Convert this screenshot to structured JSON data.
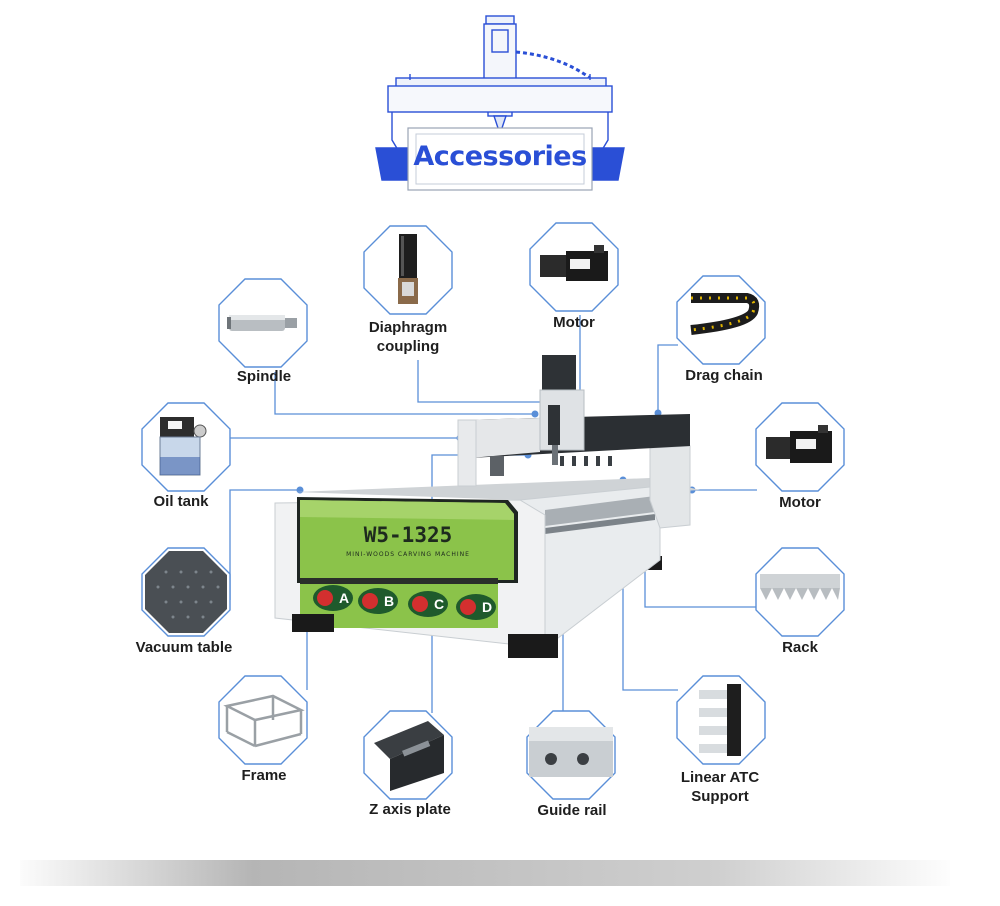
{
  "header": {
    "title": "Accessories"
  },
  "machine": {
    "model": "W5-1325",
    "subtitle": "MINI-WOODS CARVING MACHINE",
    "buttons": [
      "A",
      "B",
      "C",
      "D"
    ]
  },
  "accessories": [
    {
      "id": "diaphragm-coupling",
      "label_lines": [
        "Diaphragm",
        "coupling"
      ],
      "icon": "diaphragm-coupling-icon"
    },
    {
      "id": "motor-top",
      "label_lines": [
        "Motor"
      ],
      "icon": "servo-motor-icon"
    },
    {
      "id": "spindle",
      "label_lines": [
        "Spindle"
      ],
      "icon": "spindle-icon"
    },
    {
      "id": "drag-chain",
      "label_lines": [
        "Drag chain"
      ],
      "icon": "drag-chain-icon"
    },
    {
      "id": "oil-tank",
      "label_lines": [
        "Oil tank"
      ],
      "icon": "oil-tank-icon"
    },
    {
      "id": "motor-right",
      "label_lines": [
        "Motor"
      ],
      "icon": "servo-motor-icon"
    },
    {
      "id": "vacuum-table",
      "label_lines": [
        "Vacuum table"
      ],
      "icon": "vacuum-table-icon"
    },
    {
      "id": "rack",
      "label_lines": [
        "Rack"
      ],
      "icon": "rack-icon"
    },
    {
      "id": "frame",
      "label_lines": [
        "Frame"
      ],
      "icon": "frame-icon"
    },
    {
      "id": "z-axis-plate",
      "label_lines": [
        "Z axis plate"
      ],
      "icon": "z-axis-plate-icon"
    },
    {
      "id": "guide-rail",
      "label_lines": [
        "Guide rail"
      ],
      "icon": "guide-rail-icon"
    },
    {
      "id": "linear-atc-support",
      "label_lines": [
        "Linear ATC",
        "Support"
      ],
      "icon": "linear-atc-support-icon"
    }
  ],
  "colors": {
    "accent_blue": "#2a4fd6",
    "line_blue": "#5a8fd8",
    "machine_green": "#8bc34a",
    "button_red": "#d32f2f"
  }
}
